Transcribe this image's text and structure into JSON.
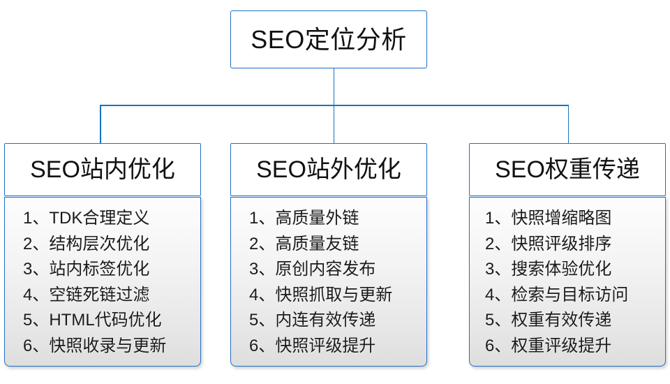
{
  "diagram": {
    "type": "org-tree",
    "root": {
      "label": "SEO定位分析"
    },
    "branches": [
      {
        "header": "SEO站内优化",
        "items": [
          "1、TDK合理定义",
          "2、结构层次优化",
          "3、站内标签优化",
          "4、空链死链过滤",
          "5、HTML代码优化",
          "6、快照收录与更新"
        ]
      },
      {
        "header": "SEO站外优化",
        "items": [
          "1、高质量外链",
          "2、高质量友链",
          "3、原创内容发布",
          "4、快照抓取与更新",
          "5、内连有效传递",
          "6、快照评级提升"
        ]
      },
      {
        "header": "SEO权重传递",
        "items": [
          "1、快照增缩略图",
          "2、快照评级排序",
          "3、搜索体验优化",
          "4、检索与目标访问",
          "5、权重有效传递",
          "6、权重评级提升"
        ]
      }
    ],
    "colors": {
      "border": "#1f6fc4",
      "connector": "#1274c4",
      "node_fill": "#ffffff",
      "list_fill_top": "#fdfdfd",
      "list_fill_bottom": "#dedede",
      "text": "#111111",
      "background": "#ffffff"
    }
  }
}
